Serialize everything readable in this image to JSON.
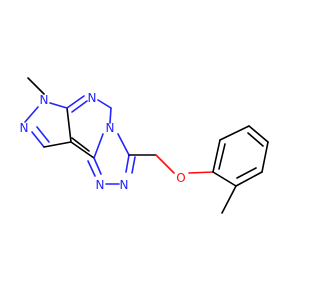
{
  "atoms": {
    "n1": {
      "symbol": "N",
      "color": "#2323ff"
    },
    "n2": {
      "symbol": "N",
      "color": "#2323ff"
    },
    "n3": {
      "symbol": "N",
      "color": "#2323ff"
    },
    "n4": {
      "symbol": "N",
      "color": "#2323ff"
    },
    "n5": {
      "symbol": "N",
      "color": "#2323ff"
    },
    "n6": {
      "symbol": "N",
      "color": "#2323ff"
    },
    "o1": {
      "symbol": "O",
      "color": "#ff0d0d"
    }
  },
  "colors": {
    "bond": "#000000",
    "nitrogen": "#2323ff",
    "oxygen": "#ff0d0d",
    "background": "#ffffff"
  }
}
